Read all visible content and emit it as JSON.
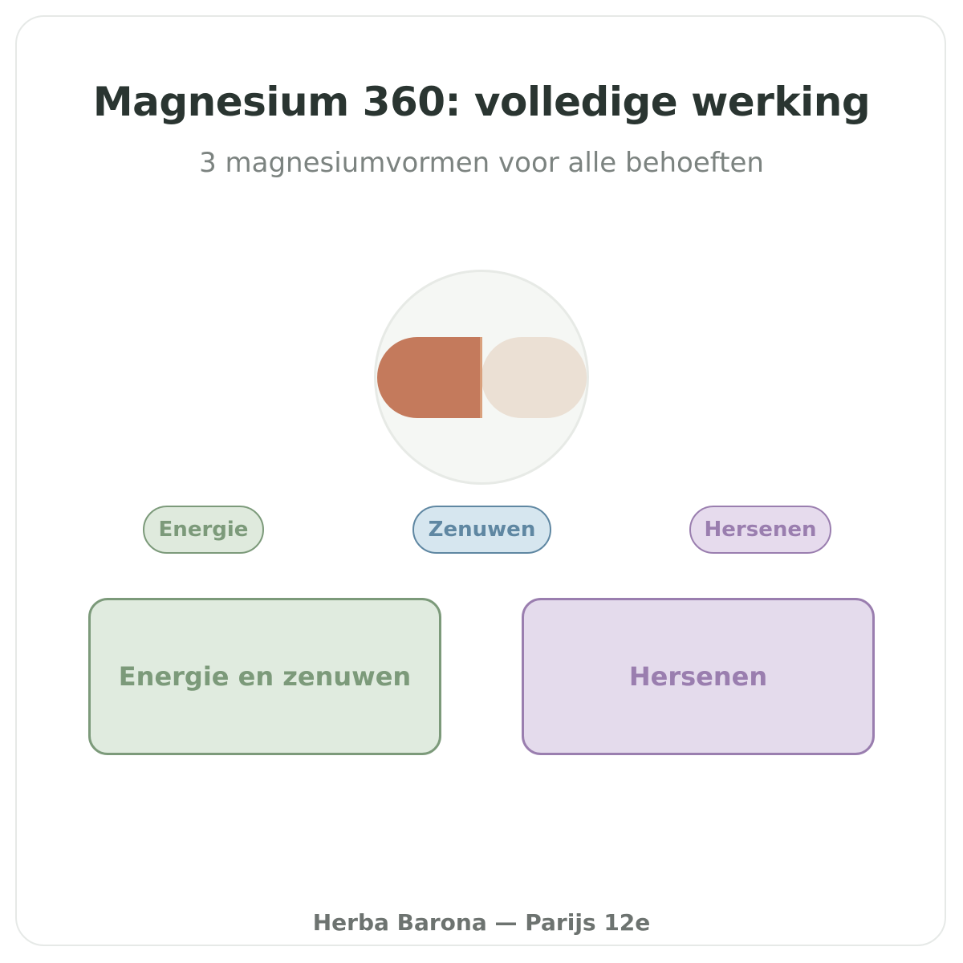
{
  "header": {
    "title": "Magnesium 360: volledige werking",
    "subtitle": "3 magnesiumvormen voor alle behoeften"
  },
  "capsule": {
    "icon": "capsule-icon",
    "left_color": "#c47a5c",
    "right_color": "#ebe0d4"
  },
  "pills": [
    {
      "label": "Energie",
      "color": "#7c9a7a"
    },
    {
      "label": "Zenuwen",
      "color": "#5f87a2"
    },
    {
      "label": "Hersenen",
      "color": "#9a7eaf"
    }
  ],
  "boxes": [
    {
      "label": "Energie en zenuwen",
      "color": "#7c9a7a"
    },
    {
      "label": "Hersenen",
      "color": "#9a7eaf"
    }
  ],
  "footer": {
    "text": "Herba Barona — Parijs 12e"
  }
}
